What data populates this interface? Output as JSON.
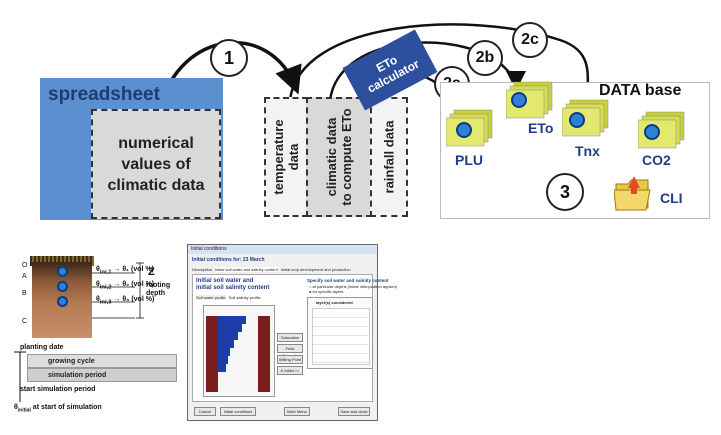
{
  "steps": {
    "s1": "1",
    "s2a": "2a",
    "s2b": "2b",
    "s2c": "2c",
    "s3": "3"
  },
  "spreadsheet": {
    "label": "spreadsheet",
    "content_line1": "numerical",
    "content_line2": "values of",
    "content_line3": "climatic data"
  },
  "climate_columns": {
    "col1_line1": "temperature",
    "col1_line2": "data",
    "col2_line1": "climatic data",
    "col2_line2": "to compute ETo",
    "col3": "rainfall data"
  },
  "eto_calculator": {
    "line1": "ETo",
    "line2": "calculator"
  },
  "database": {
    "title": "DATA base",
    "items": [
      "PLU",
      "ETo",
      "Tnx",
      "CO2"
    ],
    "output": "CLI"
  },
  "soil": {
    "horizons": [
      "O",
      "A",
      "B",
      "C"
    ],
    "theta_init_1": "θ",
    "rows": [
      "θ₁ (vol %)",
      "θ₂ (vol %)",
      "θ₃ (vol %)"
    ],
    "row_prefixes": [
      "θ",
      "θ",
      "θ"
    ],
    "z_label": "Z",
    "rooting_depth": "rooting depth"
  },
  "timeline": {
    "planting_date": "planting date",
    "growing_cycle": "growing cycle",
    "simulation_period": "simulation period",
    "start_sim": "start simulation period",
    "theta_initial": "θ",
    "theta_initial_sub": "initial",
    "theta_initial_rest": " at start of simulation"
  },
  "dialog": {
    "title": "Initial conditions",
    "header": "Initial conditions for: 23 March",
    "tabs": [
      "Description",
      "Initial soil water and salinity content",
      "Initial crop development and production"
    ],
    "main_title_1": "Initial soil water and",
    "main_title_2": "initial soil salinity content",
    "sub_tabs": [
      "Soil water profile",
      "Soil salinity profile"
    ],
    "specify_title": "Specify soil water and salinity content",
    "radio_1": "at particular depths (linear interpolation applied)",
    "radio_2": "for specific layers",
    "layers_title": "layer(s) considered",
    "side_buttons": [
      "Saturation",
      "Field Capacity",
      "Wilting Point",
      "& Initial >>"
    ],
    "bottom_buttons": [
      "Cancel",
      "Initial conditions",
      "Main Menu",
      "Save and close"
    ]
  }
}
